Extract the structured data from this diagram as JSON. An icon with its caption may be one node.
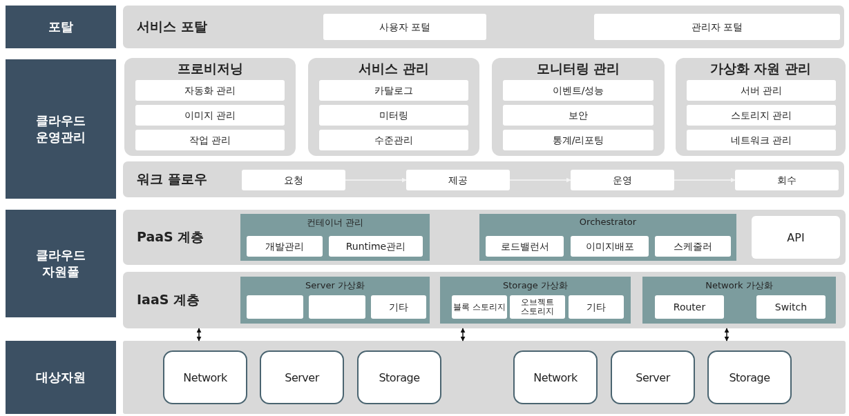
{
  "diagram": {
    "nodes": [
      {
        "text": [
          "포탈"
        ]
      },
      {
        "text": [
          "서비스 포탈"
        ]
      },
      {
        "text": [
          "사용자 포털"
        ],
        "in": 1
      },
      {
        "text": [
          "관리자 포털"
        ],
        "in": 1
      },
      {
        "text": [
          "클라우드 운영관리"
        ]
      },
      {
        "text": [
          "프로비저닝"
        ]
      },
      {
        "text": [
          "자동화 관리"
        ],
        "in": 5
      },
      {
        "text": [
          "이미지 관리"
        ],
        "in": 5
      },
      {
        "text": [
          "작업 관리"
        ],
        "in": 5
      },
      {
        "text": [
          "서비스 관리"
        ]
      },
      {
        "text": [
          "카탈로그"
        ],
        "in": 9
      },
      {
        "text": [
          "미터링"
        ],
        "in": 9
      },
      {
        "text": [
          "수준관리"
        ],
        "in": 9
      },
      {
        "text": [
          "모니터링 관리"
        ]
      },
      {
        "text": [
          "이벤트/성능"
        ],
        "in": 13
      },
      {
        "text": [
          "보안"
        ],
        "in": 13
      },
      {
        "text": [
          "통계/리포팅"
        ],
        "in": 13
      },
      {
        "text": [
          "가상화 자원 관리"
        ]
      },
      {
        "text": [
          "서버 관리"
        ],
        "in": 17
      },
      {
        "text": [
          "스토리지 관리"
        ],
        "in": 17
      },
      {
        "text": [
          "네트워크 관리"
        ],
        "in": 17
      },
      {
        "text": [
          "워크 플로우"
        ]
      },
      {
        "text": [
          "요청"
        ],
        "in": 21
      },
      {
        "text": [
          "제공"
        ],
        "in": 21
      },
      {
        "text": [
          "운영"
        ],
        "in": 21
      },
      {
        "text": [
          "회수"
        ],
        "in": 21
      },
      {
        "text": [
          "클라우드 자원풀"
        ]
      },
      {
        "text": [
          "PaaS 계층"
        ]
      },
      {
        "text": [
          "컨테이너 관리"
        ],
        "in": 27
      },
      {
        "text": [
          "개발관리"
        ],
        "in": 28
      },
      {
        "text": [
          "Runtime관리"
        ],
        "in": 28
      },
      {
        "text": [
          "Orchestrator"
        ],
        "in": 27
      },
      {
        "text": [
          "로드밸런서"
        ],
        "in": 31
      },
      {
        "text": [
          "이미지배포"
        ],
        "in": 31
      },
      {
        "text": [
          "스케줄러"
        ],
        "in": 31
      },
      {
        "text": [
          "API"
        ],
        "in": 27
      },
      {
        "text": [
          "IaaS 계층"
        ]
      },
      {
        "text": [
          "Server 가상화"
        ],
        "in": 36
      },
      {
        "text": [],
        "shape": "box",
        "in": 37
      },
      {
        "text": [],
        "shape": "box",
        "in": 37
      },
      {
        "text": [
          "기타"
        ],
        "in": 37
      },
      {
        "text": [
          "Storage 가상화"
        ],
        "in": 36
      },
      {
        "text": [
          "블록 스토리지"
        ],
        "in": 41
      },
      {
        "text": [
          "오브젝트 스토리지"
        ],
        "in": 41
      },
      {
        "text": [
          "기타"
        ],
        "in": 41
      },
      {
        "text": [
          "Network 가상화"
        ],
        "in": 36
      },
      {
        "text": [
          "Router"
        ],
        "in": 45
      },
      {
        "text": [
          "Switch"
        ],
        "in": 45
      },
      {
        "text": [
          "대상자원"
        ]
      },
      {
        "text": [],
        "shape": "box"
      },
      {
        "text": [
          "Network"
        ],
        "in": 49
      },
      {
        "text": [
          "Server"
        ],
        "in": 49
      },
      {
        "text": [
          "Storage"
        ],
        "in": 49
      },
      {
        "text": [
          "Network"
        ],
        "in": 49
      },
      {
        "text": [
          "Server"
        ],
        "in": 49
      },
      {
        "text": [
          "Storage"
        ],
        "in": 49
      }
    ],
    "edges": [
      {
        "from": 22,
        "to": 23,
        "arrow": "to",
        "color": "#f4f4f4"
      },
      {
        "from": 23,
        "to": 24,
        "arrow": "to",
        "color": "#f4f4f4"
      },
      {
        "from": 24,
        "to": 25,
        "arrow": "to",
        "color": "#f4f4f4"
      },
      {
        "from": 36,
        "to": 49,
        "arrow": "both",
        "color": "#111111"
      },
      {
        "from": 36,
        "to": 49,
        "arrow": "both",
        "color": "#111111"
      },
      {
        "from": 36,
        "to": 49,
        "arrow": "both",
        "color": "#111111"
      }
    ]
  }
}
